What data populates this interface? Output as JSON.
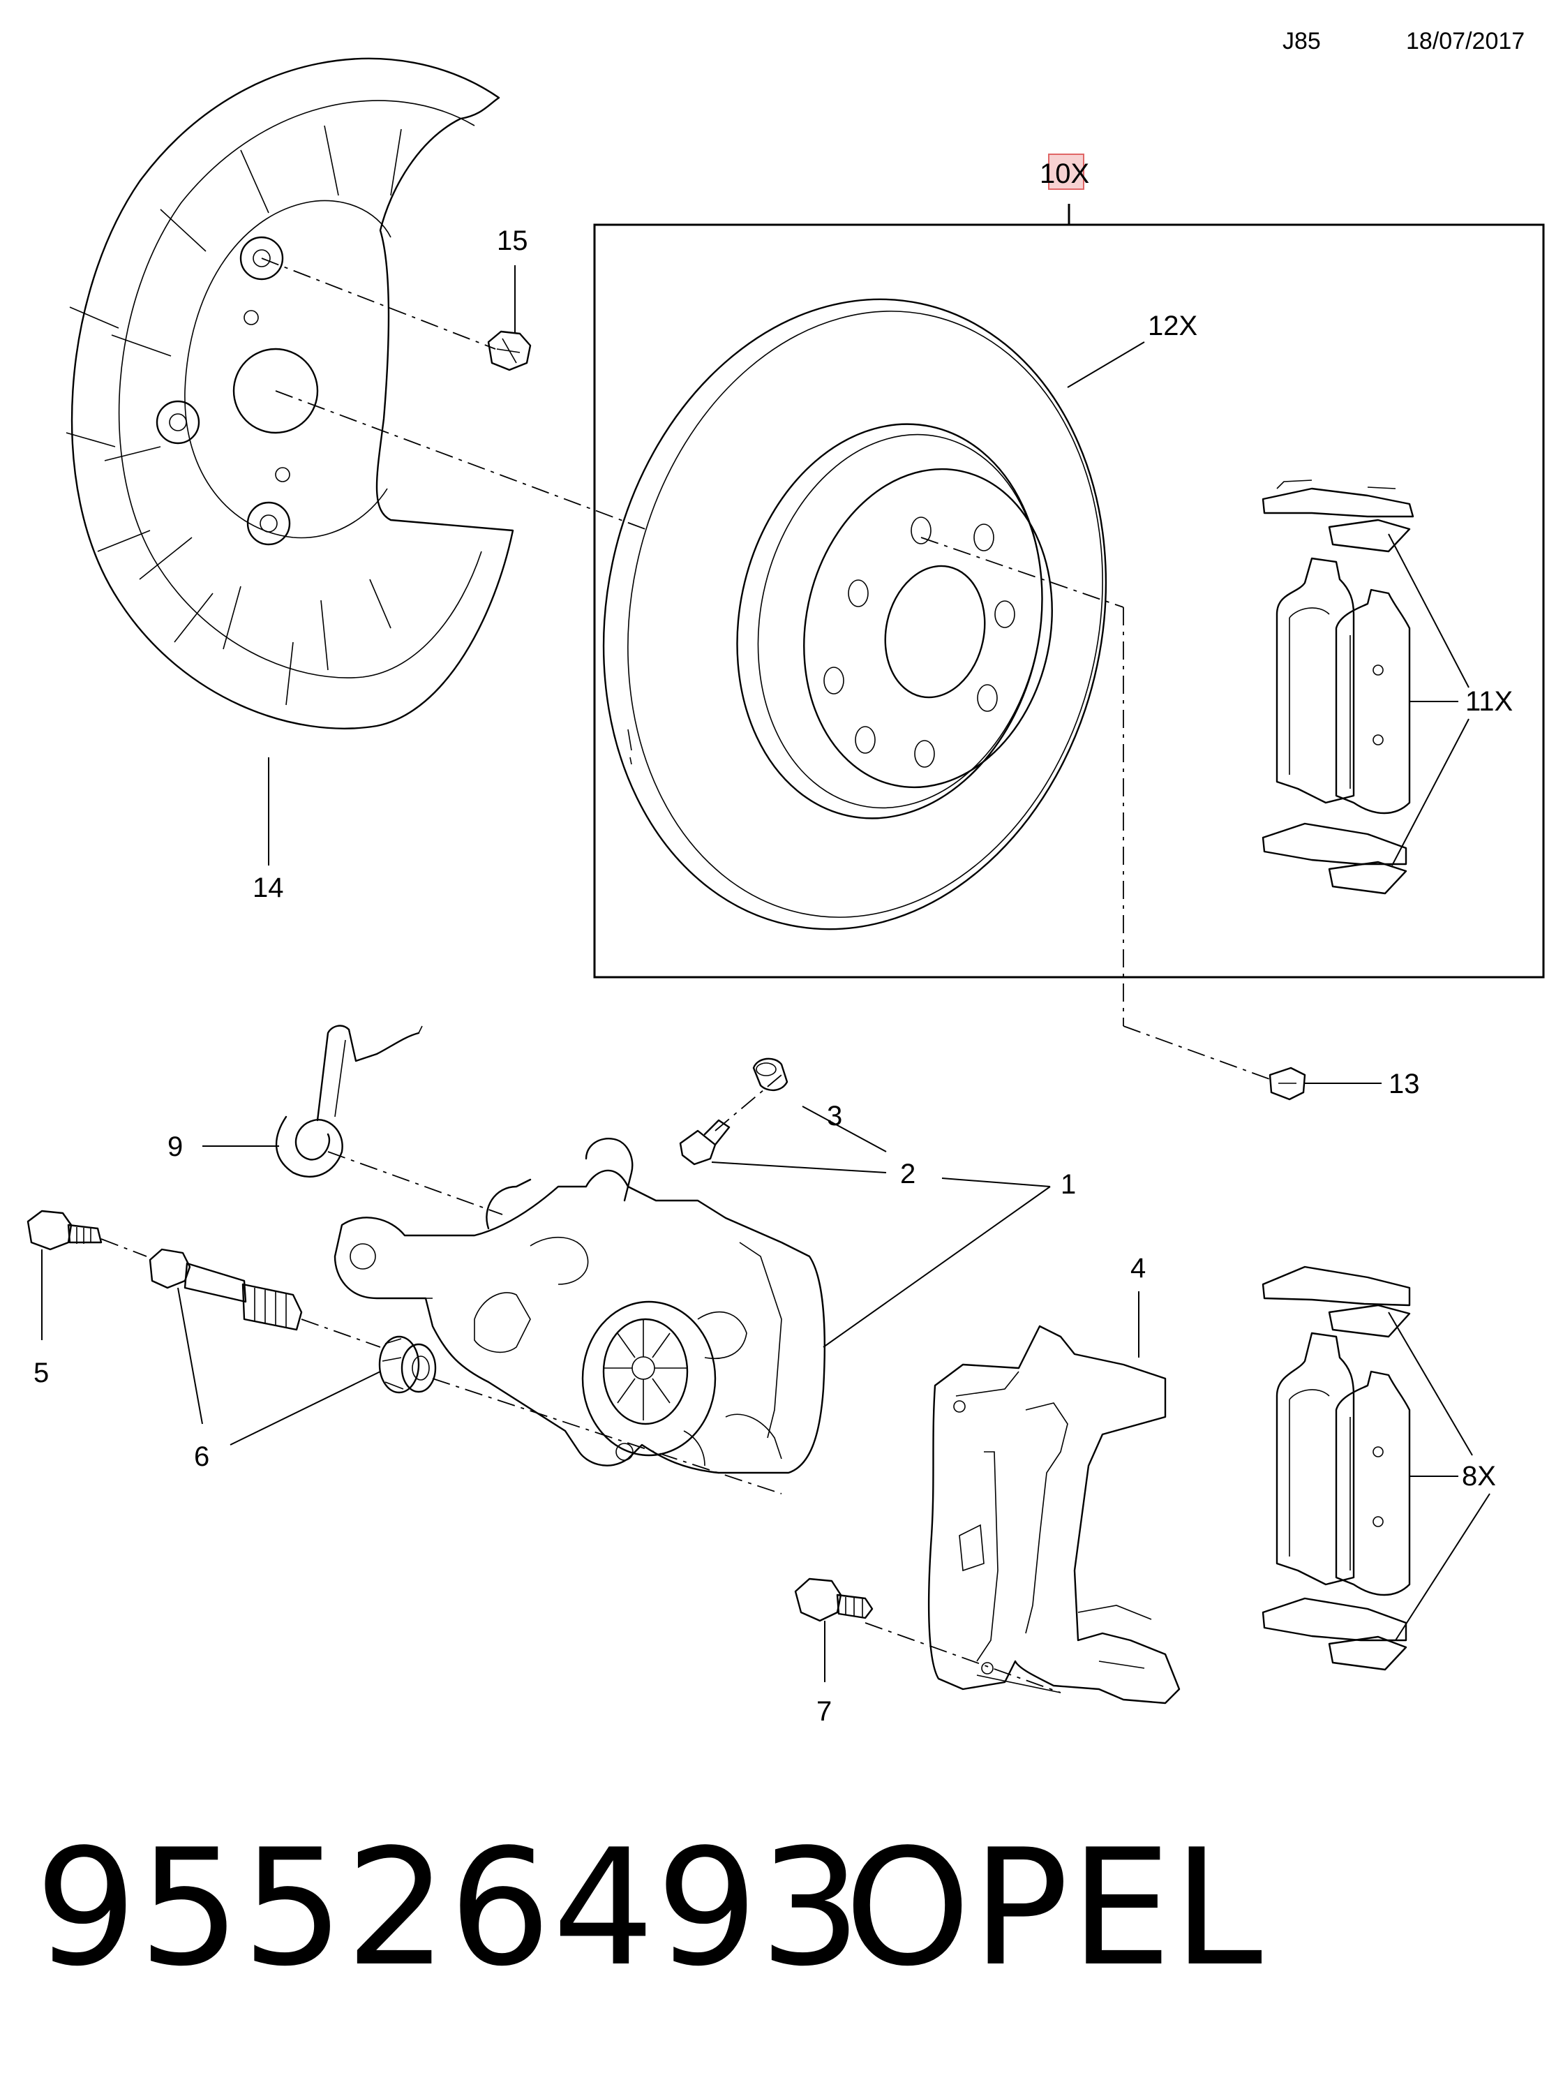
{
  "header": {
    "code": "J85",
    "date": "18/07/2017"
  },
  "callouts": {
    "c1": "1",
    "c2": "2",
    "c3": "3",
    "c4": "4",
    "c5": "5",
    "c6": "6",
    "c7": "7",
    "c8": "8X",
    "c9": "9",
    "c10": "10X",
    "c11": "11X",
    "c12": "12X",
    "c13": "13",
    "c14": "14",
    "c15": "15"
  },
  "highlight_color": "#e06666",
  "footer": {
    "part_number": "95526493",
    "brand": "OPEL"
  }
}
